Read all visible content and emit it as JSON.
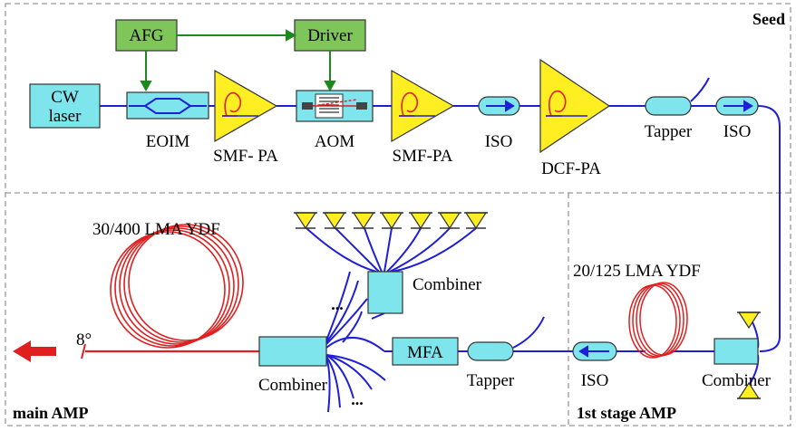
{
  "sections": {
    "seed": "Seed",
    "main_amp": "main AMP",
    "first_stage_amp": "1st stage AMP"
  },
  "components": {
    "cw_laser_line1": "CW",
    "cw_laser_line2": "laser",
    "afg": "AFG",
    "driver": "Driver",
    "eoim": "EOIM",
    "smf_pa_1": "SMF- PA",
    "aom": "AOM",
    "smf_pa_2": "SMF-PA",
    "iso_1": "ISO",
    "dcf_pa": "DCF-PA",
    "tapper_1": "Tapper",
    "iso_2": "ISO",
    "ydf_30_400": "30/400 LMA YDF",
    "combiner_pump": "Combiner",
    "combiner_main": "Combiner",
    "mfa": "MFA",
    "tapper_2": "Tapper",
    "iso_3": "ISO",
    "ydf_20_125": "20/125 LMA YDF",
    "combiner_first": "Combiner",
    "angle": "8°",
    "dots_top": "...",
    "dots_bottom": "..."
  },
  "colors": {
    "fiber": "#1f1fd6",
    "active_fiber": "#e02020",
    "box_fill": "#7fe5ec",
    "green_fill": "#7fc65a",
    "amp_fill": "#ffee22",
    "pump_fill": "#ffee22",
    "output_arrow": "#e02020",
    "dashed_border": "#999999"
  }
}
